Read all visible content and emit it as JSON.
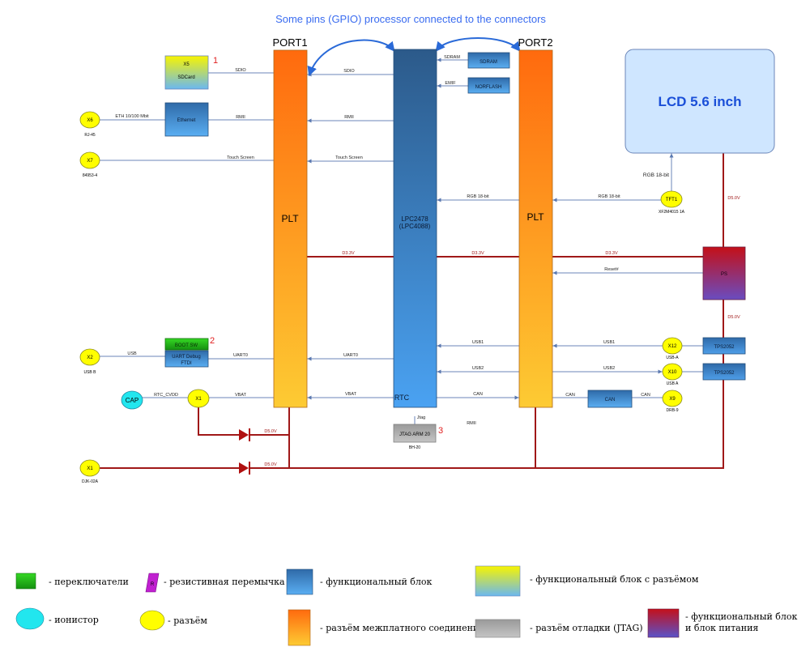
{
  "title": "Some pins (GPIO) processor connected to the connectors",
  "colors": {
    "title": "#3a6cf0",
    "line_blue": "#6b86b8",
    "line_red": "#a01818",
    "marker_red": "#e02020",
    "orange_top": "#ff7010",
    "orange_bottom": "#fdc832",
    "blue_top": "#2c5c8e",
    "blue_bottom": "#4aa0f0",
    "yellow": "#fffe00",
    "cyan": "#22e6ee",
    "green_top": "#2cc81c",
    "green_bottom": "#1a9a10",
    "gray": "#a8a8a8",
    "lcd_fill": "#cfe6ff",
    "lcd_text": "#1a4fd8",
    "arc": "#2a6ad8"
  },
  "blocks": {
    "port1_label": "PORT1",
    "port1_inner": "PLT",
    "port2_label": "PORT2",
    "port2_inner": "PLT",
    "cpu_line1": "LPC2478",
    "cpu_line2": "(LPC4088)",
    "cpu_rtc": "RTC",
    "lcd": "LCD 5.6 inch",
    "sdcard_id": "X5",
    "sdcard_name": "SDCard",
    "ethernet": "Ethernet",
    "sdram": "SDRAM",
    "norflash": "NORFLASH",
    "boot_sw": "BOOT SW",
    "uart_debug_line1": "UART Debug",
    "uart_debug_line2": "FTDI",
    "jtag": "JTAG ARM 20",
    "jtag_sub": "BH-20",
    "ps": "PS",
    "tps1": "TPS2052",
    "tps2": "TPS2052",
    "can_block": "CAN"
  },
  "markers": {
    "m1": "1",
    "m2": "2",
    "m3": "3"
  },
  "connectors": {
    "x6": "X6",
    "x6_sub": "RJ-45",
    "x7": "X7",
    "x7_sub": "84953-4",
    "x2": "X2",
    "x2_sub": "USB B",
    "x1a": "X1",
    "cap": "CAP",
    "x1b": "X1",
    "x1b_sub": "DJK-02A",
    "tft1": "TFT1",
    "tft1_sub": "XF2M4015 1A",
    "x12": "X12",
    "x12_sub": "USB-A",
    "x10": "X10",
    "x10_sub": "USB A",
    "x9": "X9",
    "x9_sub": "DRB-9"
  },
  "signals": {
    "sdio_left": "SDIO",
    "sdio_mid": "SDIO",
    "eth": "ETH 10/100 Mbit",
    "rmii_left": "RMII",
    "rmii_mid": "RMII",
    "touch_left": "Touch Screen",
    "touch_mid": "Touch Screen",
    "sdram_sig": "SDRAM",
    "emif": "EMIF",
    "rgb_mid": "RGB 18-bit",
    "rgb_right": "RGB 18-bit",
    "rgb_vert": "RGB 18-bit",
    "d33_left": "D3.3V",
    "d33_mid": "D3.3V",
    "d33_right": "D3.3V",
    "d50_top": "D5.0V",
    "d50_ps": "D5.0V",
    "reset": "Reset#",
    "usb": "USB",
    "uart0_left": "UART0",
    "uart0_mid": "UART0",
    "usb1_mid": "USB1",
    "usb1_right": "USB1",
    "usb2_mid": "USB2",
    "usb2_right": "USB2",
    "rtc_cvdd": "RTC_CVDD",
    "vbat_left": "VBAT",
    "vbat_mid": "VBAT",
    "can_mid": "CAN",
    "can_r1": "CAN",
    "can_r2": "CAN",
    "jtag_sig": "Jtag",
    "rmii_bottom": "RMII",
    "d50_diode1": "D5.0V",
    "d50_diode2": "D5.0V"
  },
  "legend": [
    {
      "color": "green",
      "text": "- переключатели"
    },
    {
      "color": "magenta",
      "glyph": "R",
      "text": "- резистивная перемычка"
    },
    {
      "color": "blue",
      "text": "- функциональный блок"
    },
    {
      "color": "yellow-blue",
      "text": "- функциональный блок с разъёмом"
    },
    {
      "color": "cyan",
      "text": "- ионистор"
    },
    {
      "color": "yellow",
      "text": "- разъём"
    },
    {
      "color": "orange",
      "text": "- разъём межплатного соединения"
    },
    {
      "color": "gray",
      "text": "- разъём отладки (JTAG)"
    },
    {
      "color": "red-blue",
      "text_line1": "- функциональный  блок",
      "text_line2": "и блок питания"
    }
  ]
}
